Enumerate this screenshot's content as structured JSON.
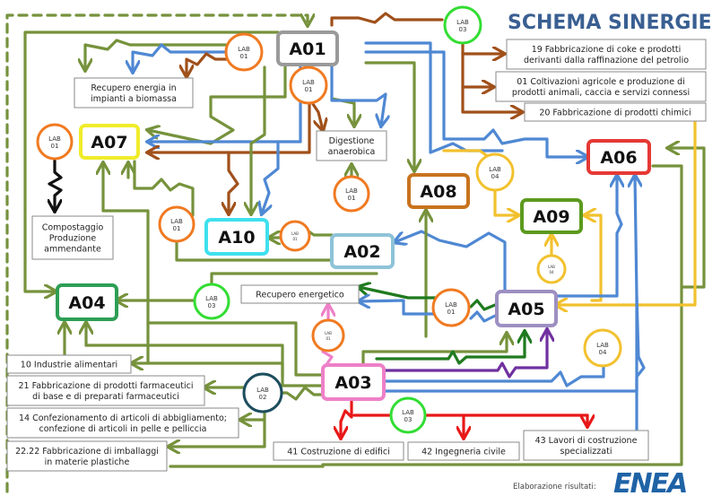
{
  "title": "SCHEMA SINERGIE",
  "credit": "Elaborazione risultati:",
  "logo": "ENEA",
  "colors": {
    "title": "#3a5f92",
    "flow_green": "#76923c",
    "flow_blue": "#4f88d3",
    "flow_brown": "#a0501a",
    "flow_yellow": "#f2c12e",
    "flow_darkgreen": "#1f7a1f",
    "flow_purple": "#7030a0",
    "flow_red": "#e81818",
    "flow_pink": "#ee80c8",
    "logo": "#1f63a6"
  },
  "nodes": {
    "A01": {
      "label": "A01",
      "border": "#9a9a9a"
    },
    "A02": {
      "label": "A02",
      "border": "#8ec3d8"
    },
    "A03": {
      "label": "A03",
      "border": "#ee80c8"
    },
    "A04": {
      "label": "A04",
      "border": "#2e9e55"
    },
    "A05": {
      "label": "A05",
      "border": "#9d8fc2"
    },
    "A06": {
      "label": "A06",
      "border": "#e53935"
    },
    "A07": {
      "label": "A07",
      "border": "#f0ec2a"
    },
    "A08": {
      "label": "A08",
      "border": "#c8731e"
    },
    "A09": {
      "label": "A09",
      "border": "#5c9a1e"
    },
    "A10": {
      "label": "A10",
      "border": "#3fe0ee"
    }
  },
  "labs": [
    {
      "id": "lab-01-a01",
      "line1": "LAB",
      "line2": "01",
      "color": "#f07a21"
    },
    {
      "id": "lab-01-a01-below",
      "line1": "LAB",
      "line2": "01",
      "color": "#f07a21"
    },
    {
      "id": "lab-03-top",
      "line1": "LAB",
      "line2": "03",
      "color": "#33dd33"
    },
    {
      "id": "lab-01-a07",
      "line1": "LAB",
      "line2": "01",
      "color": "#f07a21"
    },
    {
      "id": "lab-01-digestione",
      "line1": "LAB",
      "line2": "01",
      "color": "#f07a21"
    },
    {
      "id": "lab-01-left-a10",
      "line1": "LAB",
      "line2": "01",
      "color": "#f07a21"
    },
    {
      "id": "lab-01-a10-small",
      "line1": "LAB",
      "line2": "01",
      "color": "#f07a21"
    },
    {
      "id": "lab-04-a08",
      "line1": "LAB",
      "line2": "04",
      "color": "#f2c12e"
    },
    {
      "id": "lab-04-small-a09",
      "line1": "LAB",
      "line2": "04",
      "color": "#f2c12e"
    },
    {
      "id": "lab-03-a04",
      "line1": "LAB",
      "line2": "03",
      "color": "#33dd33"
    },
    {
      "id": "lab-01-recupero",
      "line1": "LAB",
      "line2": "01",
      "color": "#f07a21"
    },
    {
      "id": "lab-01-a05",
      "line1": "LAB",
      "line2": "01",
      "color": "#f07a21"
    },
    {
      "id": "lab-04-right",
      "line1": "LAB",
      "line2": "04",
      "color": "#f2c12e"
    },
    {
      "id": "lab-02",
      "line1": "LAB",
      "line2": "02",
      "color": "#1d4e5e"
    },
    {
      "id": "lab-03-bottom",
      "line1": "LAB",
      "line2": "03",
      "color": "#33dd33"
    }
  ],
  "boxes": {
    "recupero_biomassa": [
      "Recupero energia in",
      "impianti a biomassa"
    ],
    "digestione": [
      "Digestione",
      "anaerobica"
    ],
    "compostaggio": [
      "Compostaggio",
      "Produzione",
      "ammendante"
    ],
    "recupero_energetico": [
      "Recupero energetico"
    ],
    "s19": [
      "19 Fabbricazione di coke e prodotti",
      "derivanti dalla raffinazione del petrolio"
    ],
    "s01": [
      "01 Coltivazioni agricole e produzione di",
      "prodotti animali, caccia e servizi connessi"
    ],
    "s20": [
      "20 Fabbricazione di prodotti chimici"
    ],
    "s10": [
      "10 Industrie alimentari"
    ],
    "s21": [
      "21 Fabbricazione di prodotti farmaceutici",
      "di base e di preparati farmaceutici"
    ],
    "s14": [
      "14 Confezionamento di articoli di abbigliamento;",
      "confezione di articoli in pelle e pelliccia"
    ],
    "s2222": [
      "22.22 Fabbricazione di imballaggi",
      "in materie plastiche"
    ],
    "s41": [
      "41 Costruzione di edifici"
    ],
    "s42": [
      "42 Ingegneria civile"
    ],
    "s43": [
      "43 Lavori di costruzione",
      "specializzati"
    ]
  }
}
